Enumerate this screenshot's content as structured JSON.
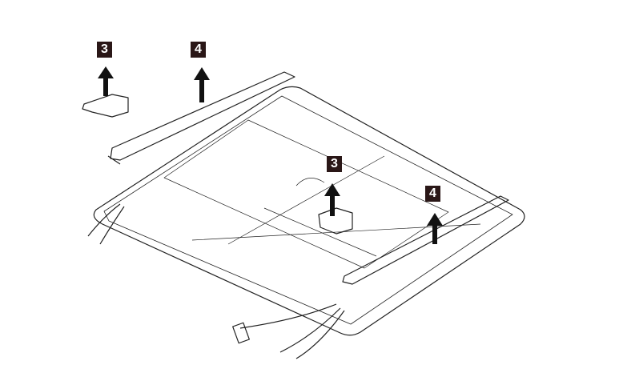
{
  "callouts": [
    {
      "id": "hinge-left",
      "label": "3"
    },
    {
      "id": "bracket-left",
      "label": "4"
    },
    {
      "id": "hinge-right",
      "label": "3"
    },
    {
      "id": "bracket-right",
      "label": "4"
    }
  ],
  "colors": {
    "label_bg": "#2a1717",
    "line": "#222222"
  }
}
